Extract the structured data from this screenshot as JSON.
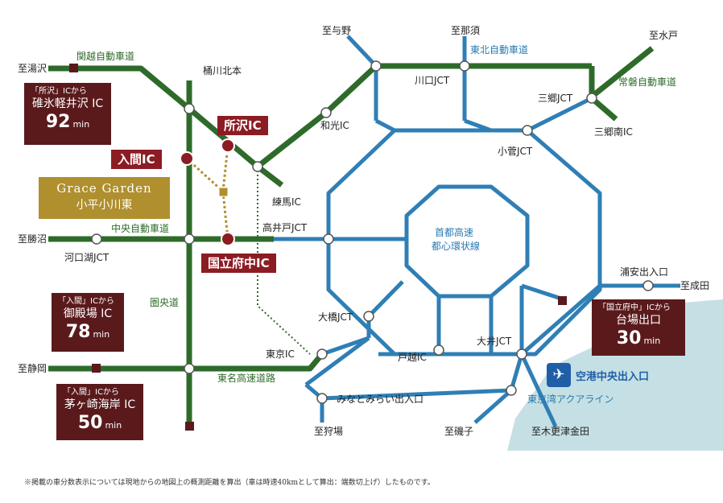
{
  "ic_labels": {
    "tokorozawa": "所沢IC",
    "iruma": "入間IC",
    "kunitachifuchu": "国立府中IC"
  },
  "site": {
    "name_en": "Grace Garden",
    "name_ja": "小平小川東"
  },
  "callouts": [
    {
      "from": "「所沢」ICから",
      "dest": "碓氷軽井沢 IC",
      "minutes": "92",
      "unit": "min"
    },
    {
      "from": "「入間」ICから",
      "dest": "御殿場 IC",
      "minutes": "78",
      "unit": "min"
    },
    {
      "from": "「入間」ICから",
      "dest": "茅ヶ崎海岸 IC",
      "minutes": "50",
      "unit": "min"
    },
    {
      "from": "「国立府中」ICから",
      "dest": "台場出口",
      "minutes": "30",
      "unit": "min"
    }
  ],
  "expressways": {
    "kanetsu": "関越自動車道",
    "chuo": "中央自動車道",
    "kenodo": "圏央道",
    "tomei": "東名高速道路",
    "tohoku": "東北自動車道",
    "joban": "常磐自動車道",
    "shuto": "首都高速",
    "shuto_loop": "都心環状線",
    "aqualine": "東京湾アクアライン"
  },
  "places": {
    "to_yuzawa": "至湯沢",
    "to_katsunuma": "至勝沼",
    "to_shizuoka": "至静岡",
    "to_yono": "至与野",
    "to_nasu": "至那須",
    "to_mito": "至水戸",
    "to_narita": "至成田",
    "to_karibazaka": "至狩場",
    "to_isogo": "至磯子",
    "to_kisarazu": "至木更津金田",
    "okegawa": "桶川北本",
    "wako": "和光IC",
    "nerima": "練馬IC",
    "takaido": "高井戸JCT",
    "kawaguchiko": "河口湖JCT",
    "kawaguchi": "川口JCT",
    "misato": "三郷JCT",
    "misato_minami": "三郷南IC",
    "kosuge": "小菅JCT",
    "urayasu": "浦安出入口",
    "ohashi": "大橋JCT",
    "tokyo_ic": "東京IC",
    "togoshi": "戸越IC",
    "oi": "大井JCT",
    "minatomirai": "みなとみらい出入口"
  },
  "airport": "空港中央出入口",
  "footnote": "※掲載の車分数表示については現地からの地図上の概測距離を算出（車は時速40kmとして算出：端数切上げ）したものです。",
  "colors": {
    "green_road": "#2e6b2a",
    "blue_road": "#2f7fb5",
    "ic_red": "#8c1c24",
    "callout_brown": "#5a1a1c",
    "site_gold": "#b08f2e",
    "sea": "#c5e0e4"
  }
}
